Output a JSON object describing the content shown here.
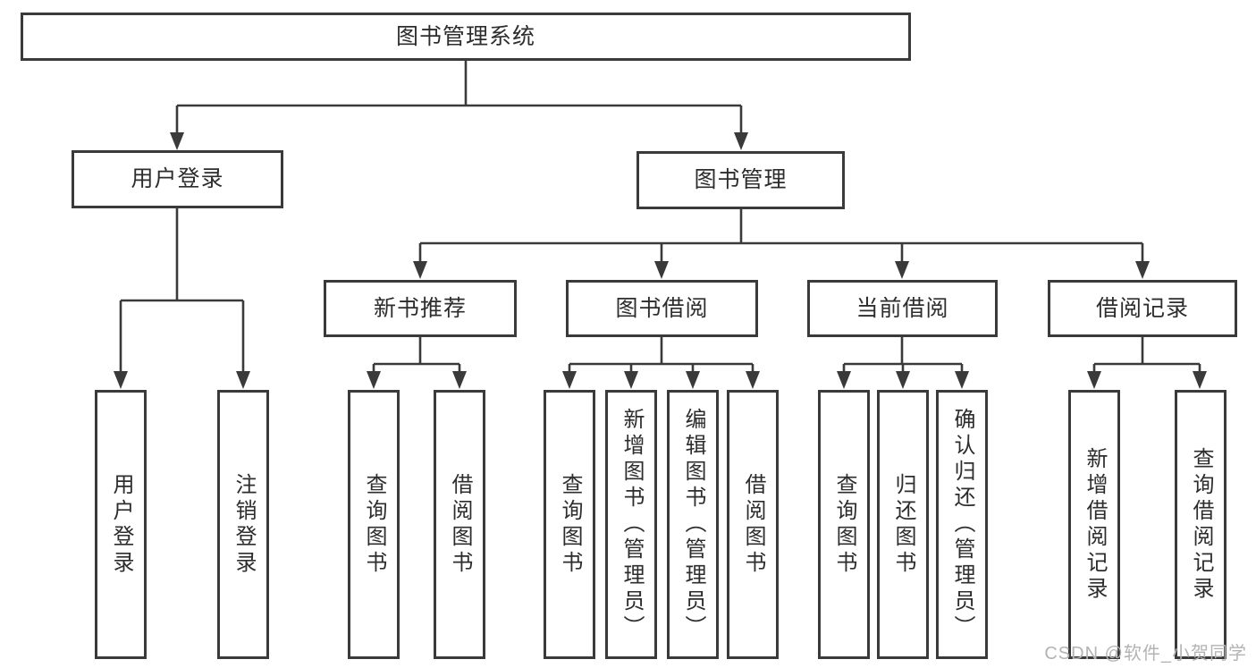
{
  "tree": {
    "label": "图书管理系统",
    "children": [
      {
        "label": "用户登录",
        "children": [
          {
            "label": "用户登录"
          },
          {
            "label": "注销登录"
          }
        ]
      },
      {
        "label": "图书管理",
        "children": [
          {
            "label": "新书推荐",
            "children": [
              {
                "label": "查询图书"
              },
              {
                "label": "借阅图书"
              }
            ]
          },
          {
            "label": "图书借阅",
            "children": [
              {
                "label": "查询图书"
              },
              {
                "label": "新增图书（管理员）"
              },
              {
                "label": "编辑图书（管理员）"
              },
              {
                "label": "借阅图书"
              }
            ]
          },
          {
            "label": "当前借阅",
            "children": [
              {
                "label": "查询图书"
              },
              {
                "label": "归还图书"
              },
              {
                "label": "确认归还（管理员）"
              }
            ]
          },
          {
            "label": "借阅记录",
            "children": [
              {
                "label": "新增借阅记录"
              },
              {
                "label": "查询借阅记录"
              }
            ]
          }
        ]
      }
    ]
  },
  "watermark": "CSDN @软件_小贺同学",
  "colors": {
    "line": "#3a3a3a",
    "text": "#2d2d2d",
    "watermark": "#b3b3b3",
    "background": "#ffffff"
  }
}
